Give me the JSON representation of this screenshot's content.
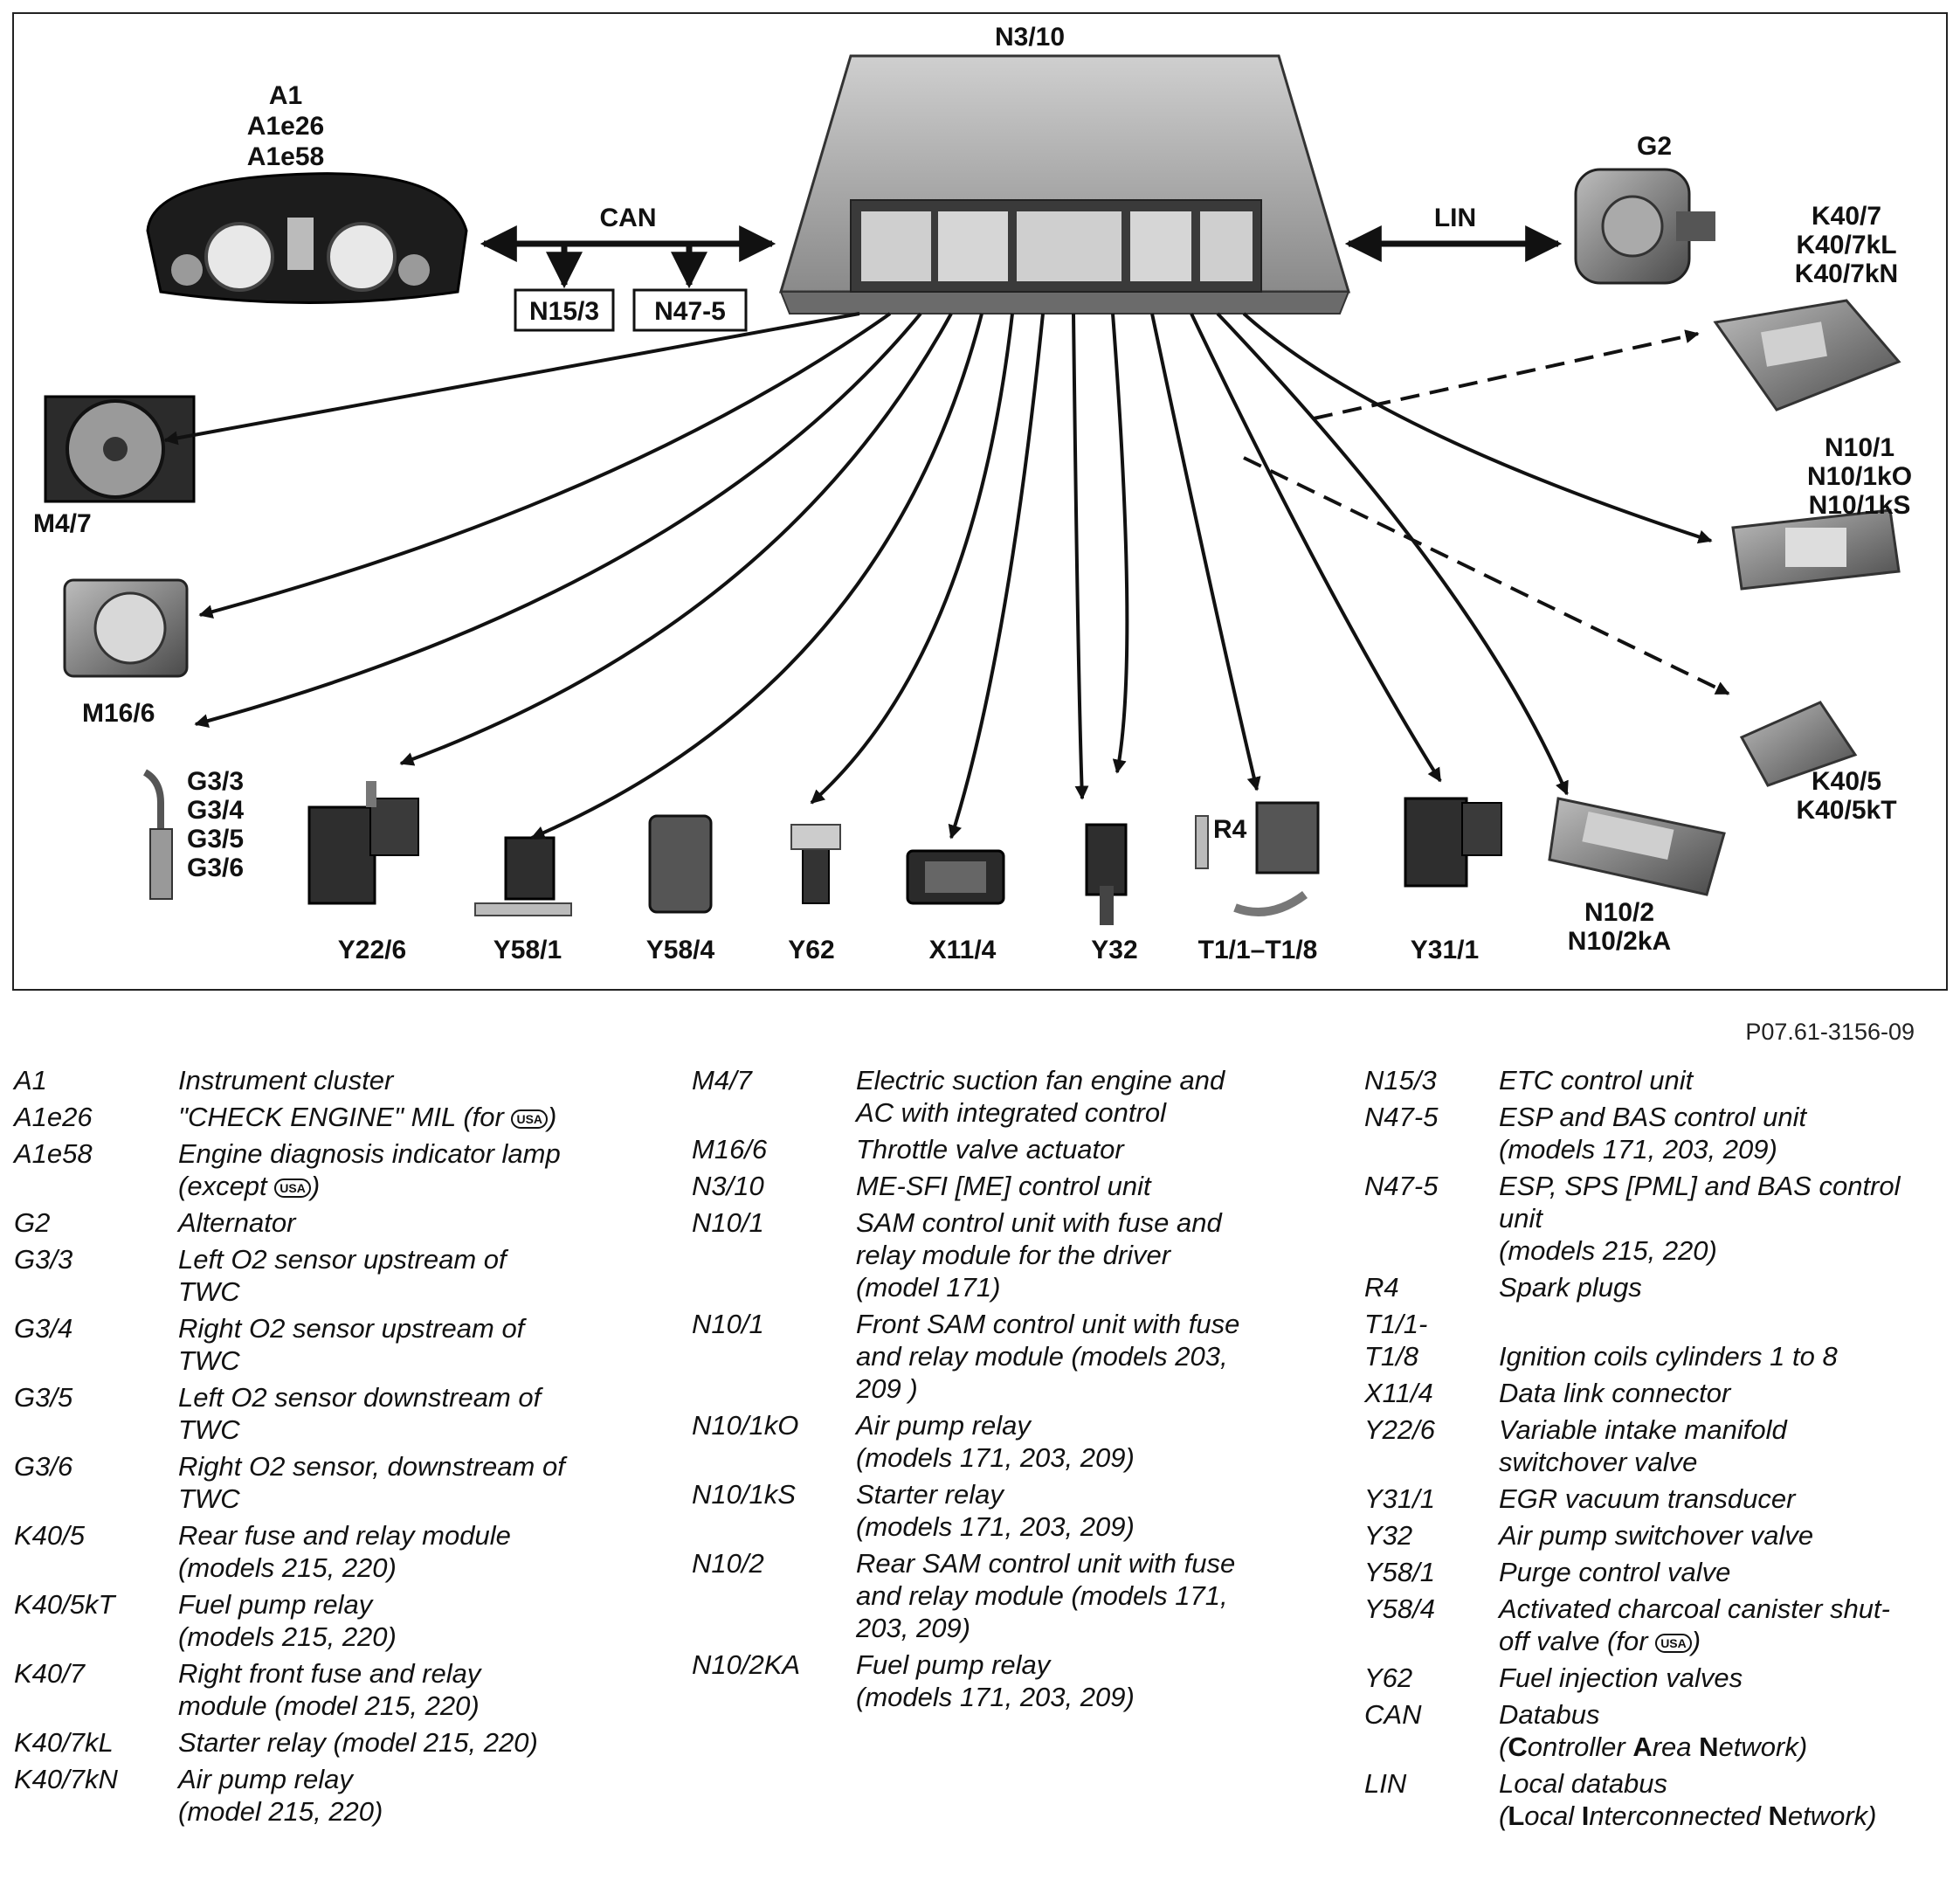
{
  "diagram": {
    "ecu_label": "N3/10",
    "instrument_cluster_labels": [
      "A1",
      "A1e26",
      "A1e58"
    ],
    "can_label": "CAN",
    "lin_label": "LIN",
    "can_nodes": [
      "N15/3",
      "N47-5"
    ],
    "alternator_label": "G2",
    "k40_7_labels": [
      "K40/7",
      "K40/7kL",
      "K40/7kN"
    ],
    "n10_1_labels": [
      "N10/1",
      "N10/1kO",
      "N10/1kS"
    ],
    "k40_5_labels": [
      "K40/5",
      "K40/5kT"
    ],
    "n10_2_labels": [
      "N10/2",
      "N10/2kA"
    ],
    "fan_label": "M4/7",
    "throttle_label": "M16/6",
    "o2_labels": [
      "G3/3",
      "G3/4",
      "G3/5",
      "G3/6"
    ],
    "bottom_labels": [
      "Y22/6",
      "Y58/1",
      "Y58/4",
      "Y62",
      "X11/4",
      "Y32",
      "T1/1–T1/8",
      "Y31/1"
    ],
    "spark_plug_label": "R4"
  },
  "figure_ref": "P07.61-3156-09",
  "usa_badge": "USA",
  "legend": {
    "col1": [
      {
        "code": "A1",
        "desc": "Instrument cluster"
      },
      {
        "code": "A1e26",
        "desc": "\"CHECK ENGINE\" MIL (for ",
        "badge_after": ")"
      },
      {
        "code": "A1e58",
        "desc": "Engine diagnosis indicator lamp\n(except ",
        "badge_after": ")"
      },
      {
        "code": "G2",
        "desc": "Alternator"
      },
      {
        "code": "G3/3",
        "desc": "Left O2 sensor upstream of\nTWC"
      },
      {
        "code": "G3/4",
        "desc": "Right O2 sensor upstream of\nTWC"
      },
      {
        "code": "G3/5",
        "desc": "Left O2 sensor downstream of\nTWC"
      },
      {
        "code": "G3/6",
        "desc": "Right O2 sensor, downstream of\nTWC"
      },
      {
        "code": "K40/5",
        "desc": "Rear fuse and relay module\n(models 215, 220)"
      },
      {
        "code": "K40/5kT",
        "desc": "Fuel pump relay\n(models 215, 220)"
      },
      {
        "code": "K40/7",
        "desc": "Right front fuse and relay\nmodule (model 215, 220)"
      },
      {
        "code": "K40/7kL",
        "desc": "Starter relay (model 215, 220)"
      },
      {
        "code": "K40/7kN",
        "desc": "Air pump relay\n(model 215, 220)"
      }
    ],
    "col2": [
      {
        "code": "M4/7",
        "desc": "Electric suction fan engine and\nAC with integrated control"
      },
      {
        "code": "M16/6",
        "desc": "Throttle valve actuator"
      },
      {
        "code": "N3/10",
        "desc": "ME-SFI [ME] control unit"
      },
      {
        "code": "N10/1",
        "desc": "SAM control unit with fuse and\nrelay module for the driver\n(model 171)"
      },
      {
        "code": "N10/1",
        "desc": "Front SAM control unit with fuse\nand relay module (models 203,\n209 )"
      },
      {
        "code": "N10/1kO",
        "desc": "Air pump relay\n(models 171, 203, 209)"
      },
      {
        "code": "N10/1kS",
        "desc": "Starter relay\n(models 171, 203, 209)"
      },
      {
        "code": "N10/2",
        "desc": "Rear SAM control unit with fuse\nand relay module (models 171,\n203, 209)"
      },
      {
        "code": "N10/2KA",
        "desc": "Fuel pump relay\n(models 171, 203, 209)"
      }
    ],
    "col3": [
      {
        "code": "N15/3",
        "desc": "ETC control unit"
      },
      {
        "code": "N47-5",
        "desc": "ESP and BAS control unit\n(models 171, 203, 209)"
      },
      {
        "code": "N47-5",
        "desc": "ESP, SPS [PML] and BAS control\nunit\n(models 215, 220)"
      },
      {
        "code": "R4",
        "desc": "Spark plugs"
      },
      {
        "code": "T1/1-\nT1/8",
        "desc": "\nIgnition coils cylinders 1 to 8"
      },
      {
        "code": "X11/4",
        "desc": "Data link connector"
      },
      {
        "code": "Y22/6",
        "desc": "Variable intake manifold\nswitchover valve"
      },
      {
        "code": "Y31/1",
        "desc": "EGR vacuum transducer"
      },
      {
        "code": "Y32",
        "desc": "Air pump switchover valve"
      },
      {
        "code": "Y58/1",
        "desc": "Purge control valve"
      },
      {
        "code": "Y58/4",
        "desc": "Activated charcoal canister shut-\noff valve (for ",
        "badge_after": ")"
      },
      {
        "code": "Y62",
        "desc": "Fuel injection valves"
      },
      {
        "code": "CAN",
        "desc": "Databus",
        "bold_line": [
          [
            "C",
            "ontroller "
          ],
          [
            "A",
            "rea "
          ],
          [
            "N",
            "etwork"
          ]
        ]
      },
      {
        "code": "LIN",
        "desc": "Local databus",
        "bold_line": [
          [
            "L",
            "ocal "
          ],
          [
            "I",
            "nterconnected "
          ],
          [
            "N",
            "etwork"
          ]
        ]
      }
    ]
  }
}
